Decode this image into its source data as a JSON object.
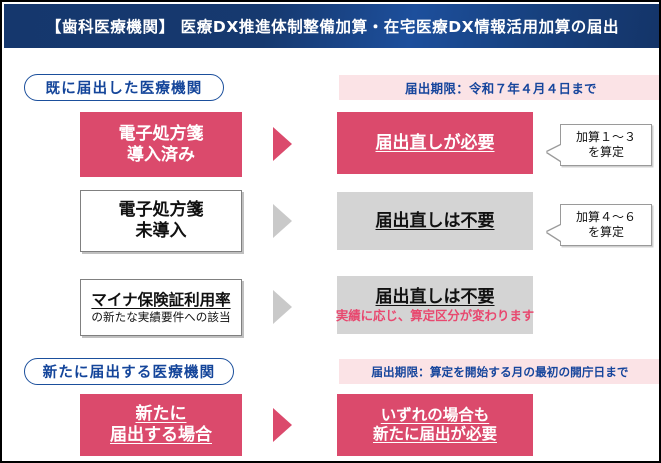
{
  "header": {
    "title": "【歯科医療機関】 医療DX推進体制整備加算・在宅医療DX情報活用加算の届出"
  },
  "sections": [
    {
      "pill_label": "既に届出した医療機関",
      "deadline_banner": "届出期限：令和７年４月４日まで",
      "rows": [
        {
          "condition_line1": "電子処方箋",
          "condition_line2": "導入済み",
          "arrow_color": "#db4a6c",
          "result_line1": "届出直しが必要",
          "result_line2": "",
          "callout_line1": "加算１〜３",
          "callout_line2": "を算定"
        },
        {
          "condition_line1": "電子処方箋",
          "condition_line2": "未導入",
          "arrow_color": "#c9c9c9",
          "result_line1": "届出直しは不要",
          "result_line2": "",
          "callout_line1": "加算４〜６",
          "callout_line2": "を算定"
        },
        {
          "condition_line1": "マイナ保険証利用率",
          "condition_line2": "の新たな実績要件への該当",
          "arrow_color": "#c9c9c9",
          "result_line1": "届出直しは不要",
          "result_line2": "実績に応じ、算定区分が変わります",
          "callout_line1": "",
          "callout_line2": ""
        }
      ]
    },
    {
      "pill_label": "新たに届出する医療機関",
      "deadline_banner": "届出期限：算定を開始する月の最初の開庁日まで",
      "rows": [
        {
          "condition_line1": "新たに",
          "condition_line2": "届出する場合",
          "arrow_color": "#db4a6c",
          "result_line1": "いずれの場合も",
          "result_line2": "新たに届出が必要",
          "callout_line1": "",
          "callout_line2": ""
        }
      ]
    }
  ],
  "colors": {
    "header_blue": "#15376d",
    "accent_pink": "#db4a6c",
    "banner_pink": "#fbe3e6",
    "navy_text": "#16459c",
    "gray_box": "#d4d4d4",
    "gray_arrow": "#c9c9c9"
  }
}
